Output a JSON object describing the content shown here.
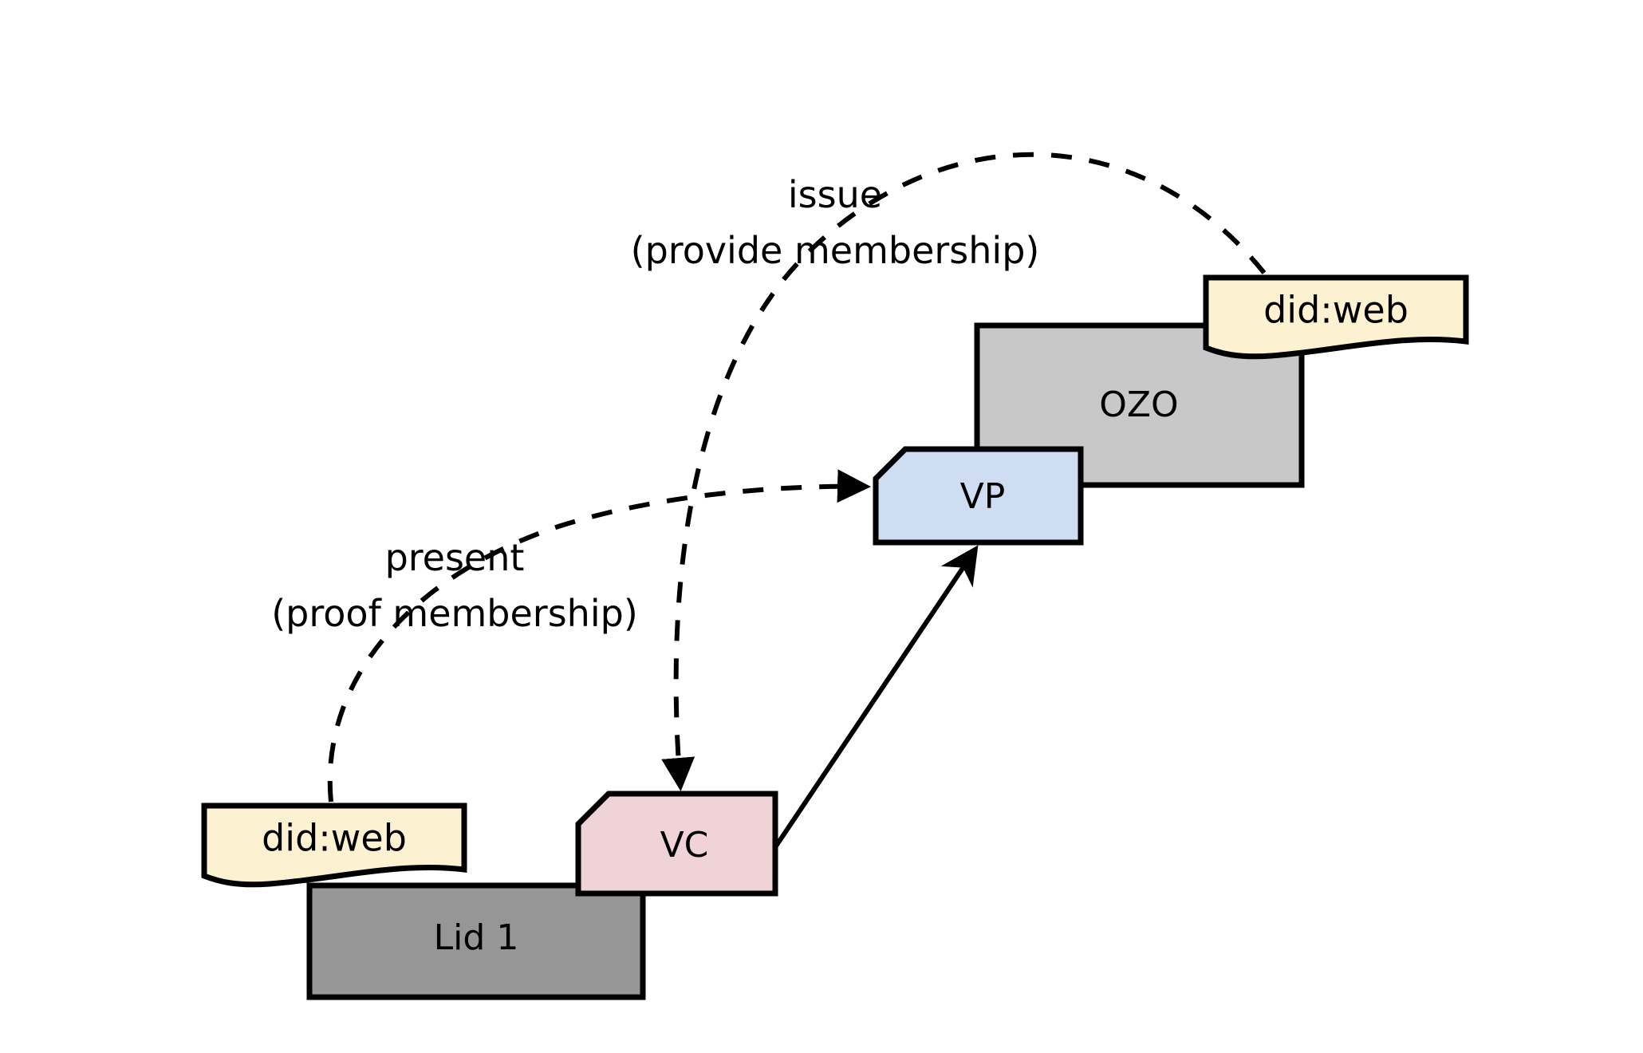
{
  "diagram": {
    "title": "Verifiable credential issuance and presentation flow",
    "background_color": "#ffffff",
    "stroke_color": "#000000"
  },
  "nodes": {
    "ozo_box": {
      "label": "OZO",
      "fill": "#c8c8c8",
      "shape": "rectangle"
    },
    "ozo_did_note": {
      "label": "did:web",
      "fill": "#fcf1d0",
      "shape": "note"
    },
    "vp_box": {
      "label": "VP",
      "fill": "#cfddf2",
      "shape": "clipped-rectangle"
    },
    "lid_box": {
      "label": "Lid 1",
      "fill": "#969696",
      "shape": "rectangle"
    },
    "lid_did_note": {
      "label": "did:web",
      "fill": "#fcf1d0",
      "shape": "note"
    },
    "vc_box": {
      "label": "VC",
      "fill": "#efd3d6",
      "shape": "clipped-rectangle"
    }
  },
  "edges": {
    "issue": {
      "label_line1": "issue",
      "label_line2": "(provide membership)",
      "style": "dashed",
      "from": "ozo_did_note",
      "to": "vc_box"
    },
    "present": {
      "label_line1": "present",
      "label_line2": "(proof membership)",
      "style": "dashed",
      "from": "lid_did_note",
      "to": "vp_box"
    },
    "contains": {
      "label": "",
      "style": "solid",
      "from": "vc_box",
      "to": "vp_box"
    }
  }
}
